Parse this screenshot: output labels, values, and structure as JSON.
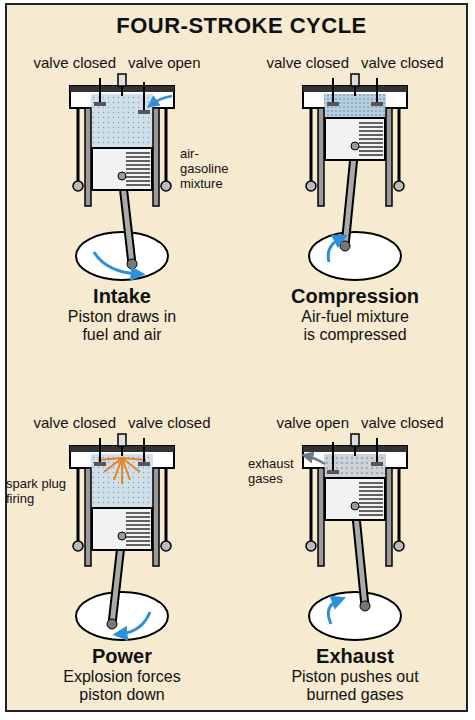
{
  "diagram": {
    "title": "FOUR-STROKE CYCLE",
    "labels": [
      "valve closed",
      "valve open",
      "air-gasoline mixture",
      "Intake",
      "Piston draws in fuel and air",
      "valve closed",
      "valve closed",
      "Compression",
      "Air-fuel mixture is compressed",
      "valve closed",
      "valve closed",
      "spark plug firing",
      "Power",
      "Explosion forces piston down",
      "valve open",
      "valve closed",
      "exhaust gases",
      "Exhaust",
      "Piston pushes out burned gases"
    ]
  }
}
